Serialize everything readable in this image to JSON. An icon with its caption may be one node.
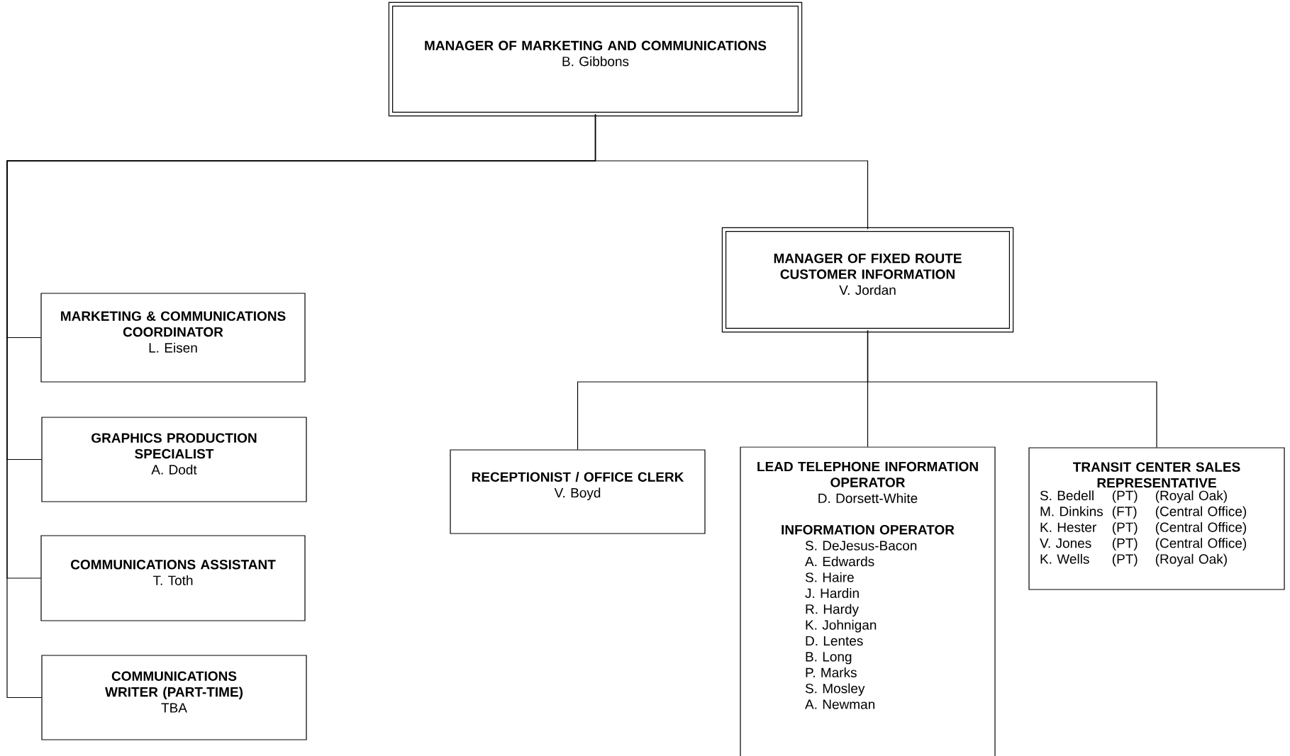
{
  "diagram": {
    "nodes": [
      {
        "text": [
          "MANAGER OF MARKETING AND COMMUNICATIONS",
          "B. Gibbons"
        ]
      },
      {
        "text": [
          "MANAGER OF FIXED ROUTE CUSTOMER INFORMATION",
          "V. Jordan"
        ]
      },
      {
        "text": [
          "MARKETING & COMMUNICATIONS COORDINATOR",
          "L. Eisen"
        ]
      },
      {
        "text": [
          "GRAPHICS PRODUCTION SPECIALIST",
          "A. Dodt"
        ]
      },
      {
        "text": [
          "COMMUNICATIONS ASSISTANT",
          "T. Toth"
        ]
      },
      {
        "text": [
          "COMMUNICATIONS WRITER (PART-TIME)",
          "TBA"
        ]
      },
      {
        "text": [
          "RECEPTIONIST / OFFICE CLERK",
          "V. Boyd"
        ]
      },
      {
        "text": [
          "LEAD TELEPHONE INFORMATION OPERATOR",
          "D. Dorsett-White",
          "INFORMATION OPERATOR",
          "S. DeJesus-Bacon",
          "A. Edwards",
          "S. Haire",
          "J. Hardin",
          "R. Hardy",
          "K. Johnigan",
          "D. Lentes",
          "B. Long",
          "P. Marks",
          "S. Mosley",
          "A. Newman"
        ]
      },
      {
        "text": [
          "TRANSIT CENTER SALES REPRESENTATIVE",
          "S. Bedell",
          "(PT)",
          "(Royal Oak)",
          "M. Dinkins",
          "(FT)",
          "(Central Office)",
          "K. Hester",
          "(PT)",
          "(Central Office)",
          "V. Jones",
          "(PT)",
          "(Central Office)",
          "K. Wells",
          "(PT)",
          "(Royal Oak)"
        ]
      }
    ],
    "edges": [
      {
        "from": 0,
        "to": 1,
        "arrow": "none"
      },
      {
        "from": 0,
        "to": 2,
        "arrow": "none"
      },
      {
        "from": 0,
        "to": 3,
        "arrow": "none"
      },
      {
        "from": 0,
        "to": 4,
        "arrow": "none"
      },
      {
        "from": 0,
        "to": 5,
        "arrow": "none"
      },
      {
        "from": 1,
        "to": 6,
        "arrow": "none"
      },
      {
        "from": 1,
        "to": 7,
        "arrow": "none"
      },
      {
        "from": 1,
        "to": 8,
        "arrow": "none"
      }
    ]
  }
}
